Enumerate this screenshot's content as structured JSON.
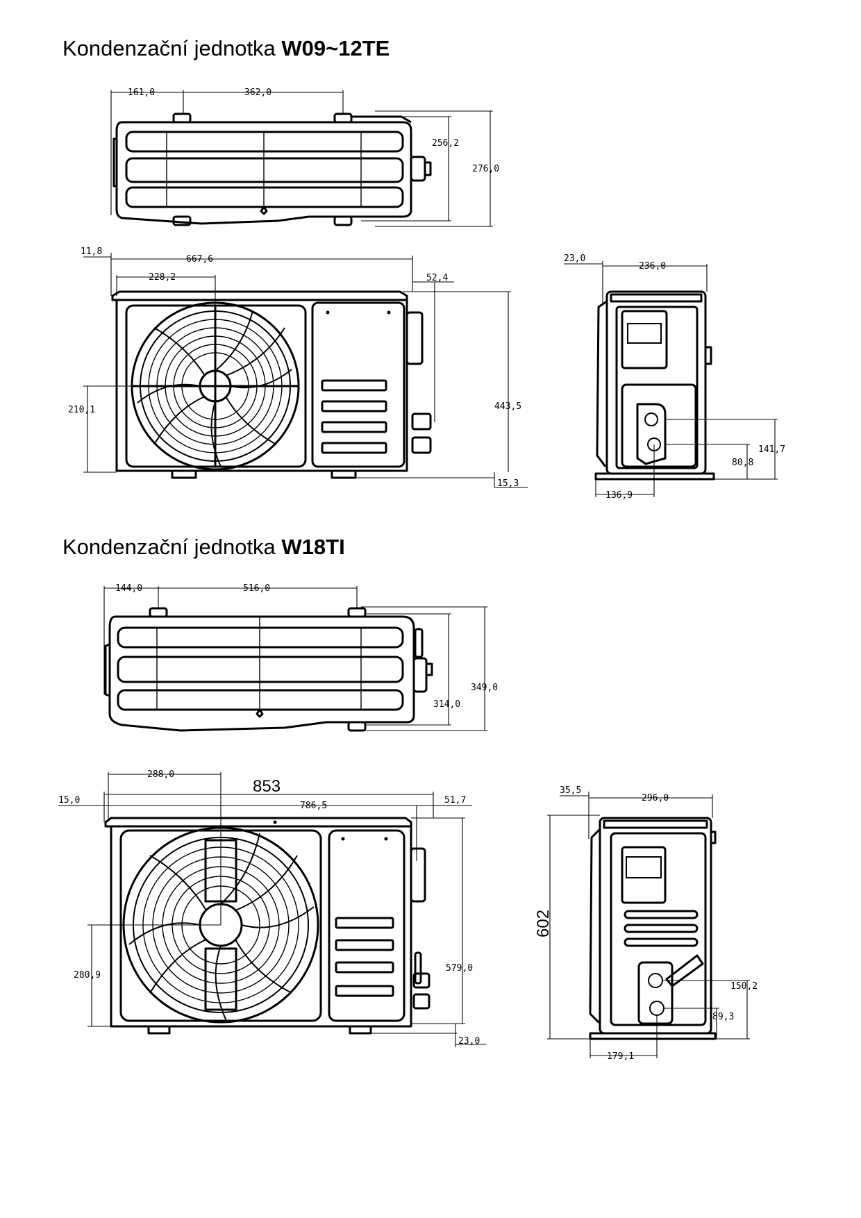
{
  "sections": [
    {
      "title_prefix": "Kondenzační jednotka ",
      "model": "W09~12TE",
      "top_dims": [
        "161,0",
        "362,0",
        "256,2",
        "276,0"
      ],
      "front_dims": [
        "11,8",
        "667,6",
        "228,2",
        "52,4",
        "443,5",
        "210,1",
        "15,3"
      ],
      "side_dims": [
        "23,0",
        "236,0",
        "141,7",
        "80,8",
        "136,9"
      ]
    },
    {
      "title_prefix": "Kondenzační jednotka ",
      "model": "W18TI",
      "top_dims": [
        "144,0",
        "516,0",
        "349,0",
        "314,0"
      ],
      "front_dims": [
        "288,0",
        "853",
        "15,0",
        "786,5",
        "51,7",
        "579,0",
        "280,9",
        "23,0"
      ],
      "side_dims": [
        "35,5",
        "296,0",
        "602",
        "150,2",
        "89,3",
        "179,1"
      ]
    }
  ]
}
